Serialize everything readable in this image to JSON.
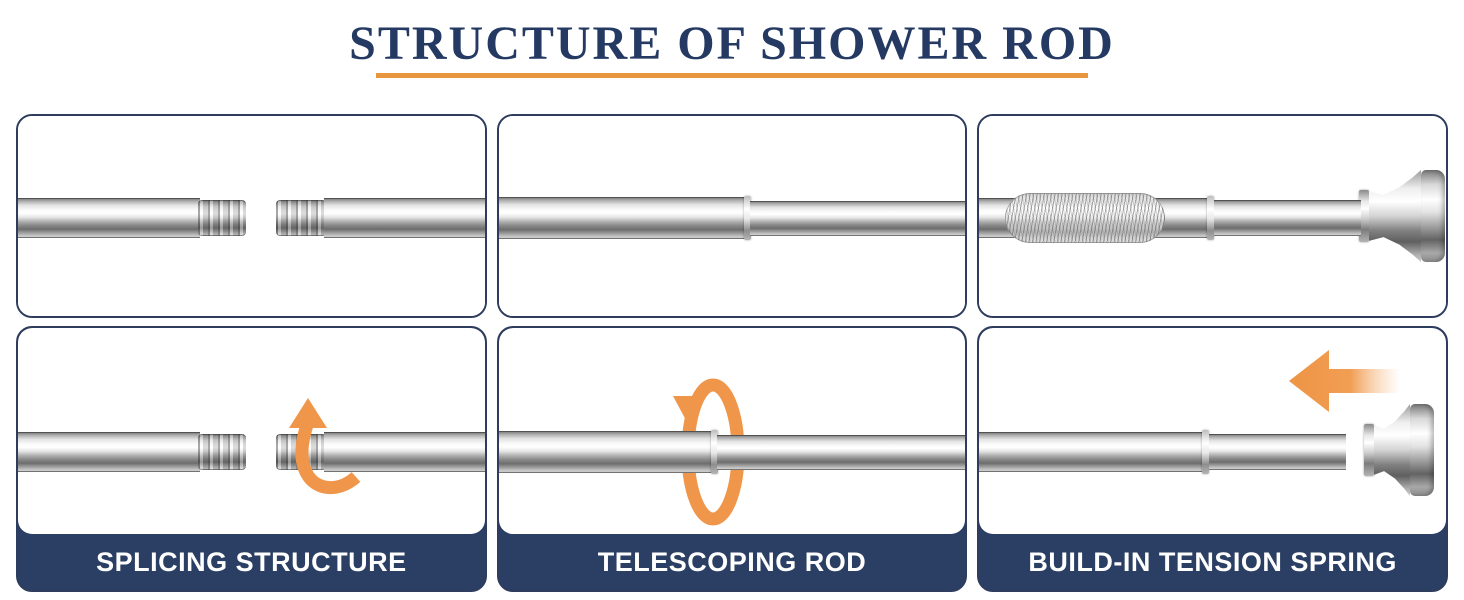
{
  "title": {
    "text": "STRUCTURE OF SHOWER ROD"
  },
  "colors": {
    "navy": "#2A3F63",
    "navy_text": "#243A63",
    "border": "#2E3D5E",
    "orange": "#F0964B",
    "underline": "#E8963F"
  },
  "panels": {
    "splicing": {
      "label": "SPLICING STRUCTURE"
    },
    "telescoping": {
      "label": "TELESCOPING ROD"
    },
    "tension_spring": {
      "label": "BUILD-IN TENSION SPRING"
    }
  },
  "icons": {
    "rotate_up_arrow": "curved rotation arrow pointing up around rod end",
    "rotate_ring_arrow": "elliptical rotation ring arrow around rod joint",
    "left_arrow": "left-pointing compression arrow with faded tail"
  }
}
